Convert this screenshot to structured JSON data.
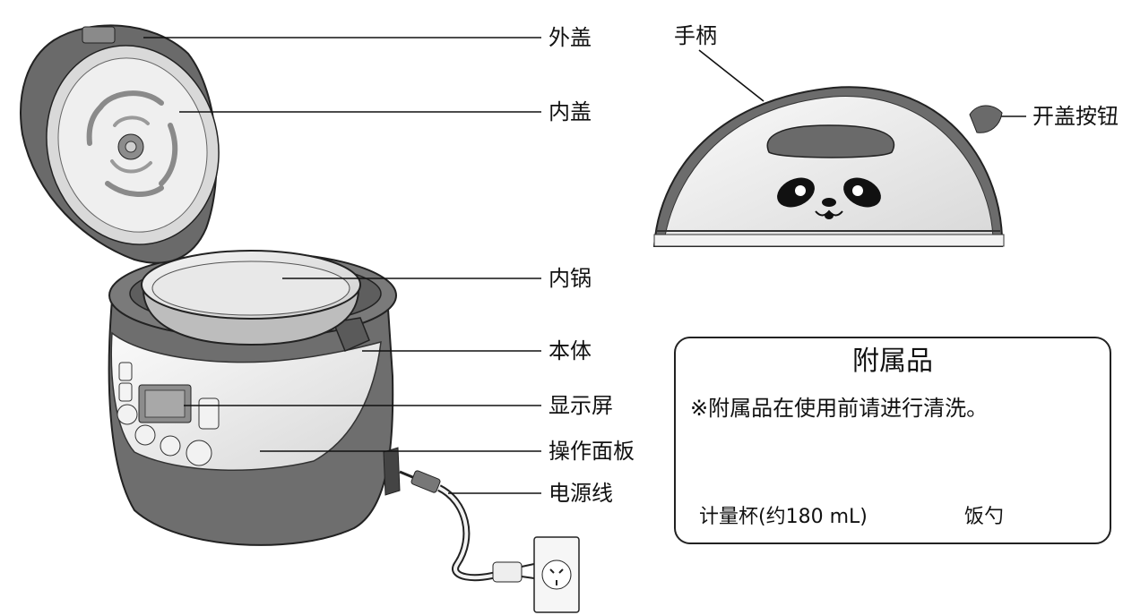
{
  "labels": {
    "outer_lid": "外盖",
    "inner_lid": "内盖",
    "inner_pot": "内锅",
    "body": "本体",
    "display": "显示屏",
    "control_panel": "操作面板",
    "power_cord": "电源线",
    "handle": "手柄",
    "lid_release_button": "开盖按钮"
  },
  "accessories": {
    "title": "附属品",
    "note": "※附属品在使用前请进行清洗。",
    "items": [
      {
        "name": "计量杯(约180 mL)",
        "icon": "measuring-cup-icon"
      },
      {
        "name": "饭勺",
        "icon": "rice-spoon-icon"
      }
    ]
  },
  "colors": {
    "body_dark": "#6e6e6e",
    "body_light": "#eeeeee",
    "outline": "#222222",
    "line": "#111111"
  }
}
